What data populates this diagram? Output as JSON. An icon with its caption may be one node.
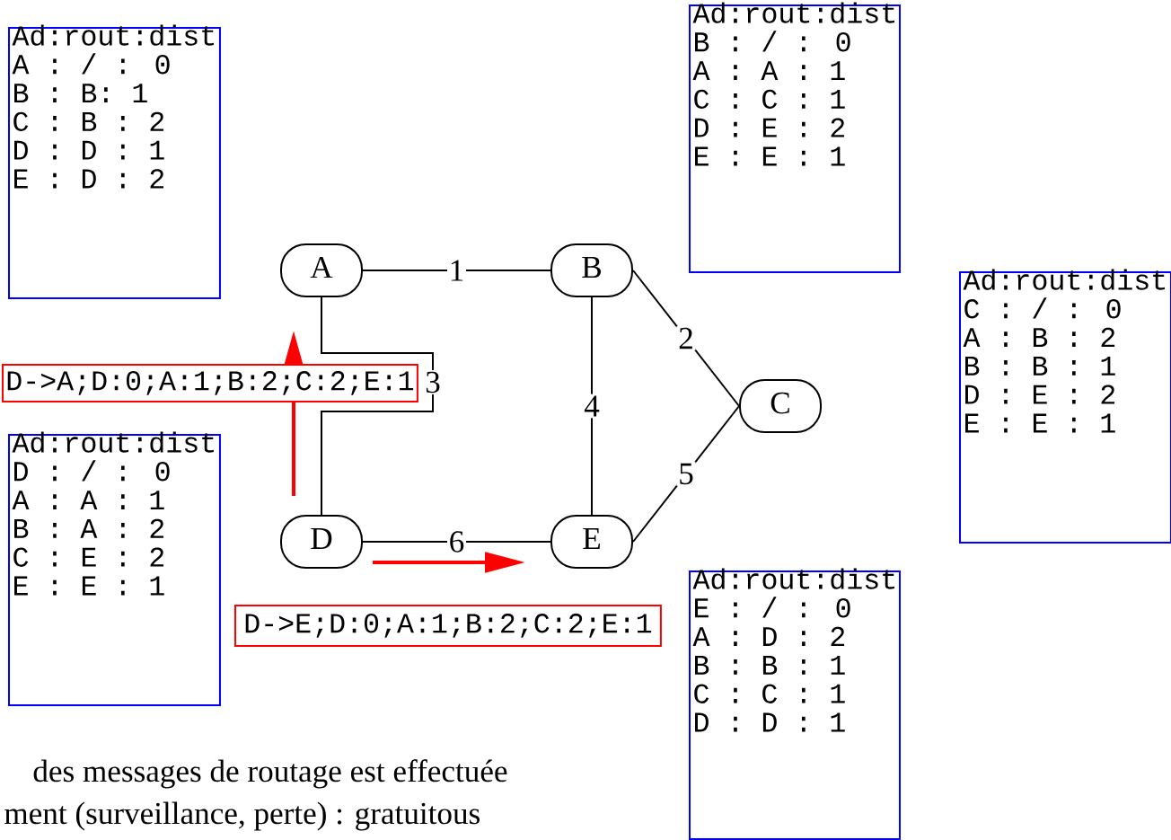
{
  "diagram": {
    "nodes": [
      {
        "text": [
          "Ad:rout:dist",
          "B : / : 0",
          "A : A : 1",
          "C : C : 1",
          "D : E : 2",
          "E : E : 1"
        ]
      },
      {
        "text": [
          "Ad:rout:dist",
          "A : / : 0",
          "B : B: 1",
          "C : B : 2",
          "D : D : 1",
          "E : D : 2"
        ]
      },
      {
        "text": [
          "A"
        ]
      },
      {
        "text": [
          "B"
        ]
      },
      {
        "text": [
          "Ad:rout:dist",
          "C : / : 0",
          "A : B : 2",
          "B : B : 1",
          "D : E : 2",
          "E : E : 1"
        ]
      },
      {
        "text": [
          "D->A;D:0;A:1;B:2;C:2;E:1"
        ]
      },
      {
        "text": [
          "C"
        ]
      },
      {
        "text": [
          "Ad:rout:dist",
          "D : / : 0",
          "A : A : 1",
          "B : A : 2",
          "C : E : 2",
          "E : E : 1"
        ]
      },
      {
        "text": [
          "D"
        ]
      },
      {
        "text": [
          "E"
        ]
      },
      {
        "text": [
          "Ad:rout:dist",
          "E : / : 0",
          "A : D : 2",
          "B : B : 1",
          "C : C : 1",
          "D : D : 1"
        ]
      },
      {
        "text": [
          "D->E;D:0;A:1;B:2;C:2;E:1"
        ]
      }
    ],
    "edges": [
      {
        "from": 2,
        "to": 3,
        "arrow": "none",
        "label": "1"
      },
      {
        "from": 3,
        "to": 6,
        "arrow": "none",
        "label": "2"
      },
      {
        "from": 2,
        "to": 8,
        "arrow": "none",
        "label": "3"
      },
      {
        "from": 3,
        "to": 9,
        "arrow": "none",
        "label": "4"
      },
      {
        "from": 6,
        "to": 9,
        "arrow": "none",
        "label": "5"
      },
      {
        "from": 8,
        "to": 9,
        "arrow": "none",
        "label": "6"
      }
    ],
    "labels": [
      "des messages de routage est effectuée",
      "ment (surveillance, perte) : gratuitous"
    ]
  }
}
